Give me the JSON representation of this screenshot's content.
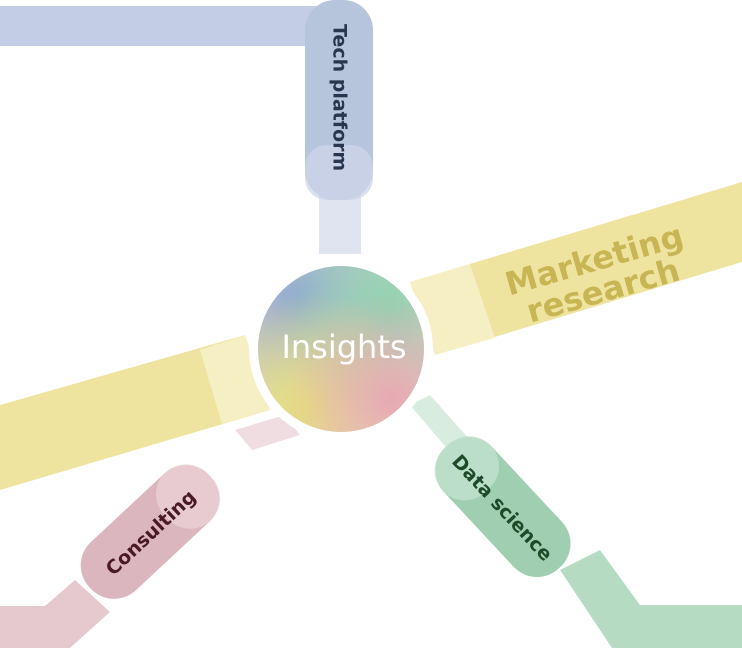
{
  "center": {
    "label": "Insights"
  },
  "branches": {
    "tech_platform": {
      "label": "Tech platform",
      "color": "#b6c4dc",
      "text_color": "#2a3550"
    },
    "marketing_research": {
      "label_line1": "Marketing",
      "label_line2": "research",
      "color": "#efe3a0",
      "text_color": "#c8b654"
    },
    "data_science": {
      "label": "Data science",
      "color": "#9fcfb0",
      "text_color": "#1f4a2a"
    },
    "consulting": {
      "label": "Consulting",
      "color": "#dcb6be",
      "text_color": "#4a1a24"
    }
  },
  "colors": {
    "gradient_top_left": "#8fa5d6",
    "gradient_top_right": "#8fd4b0",
    "gradient_bottom_left": "#e6e07a",
    "gradient_bottom_right": "#e7a9b4"
  }
}
